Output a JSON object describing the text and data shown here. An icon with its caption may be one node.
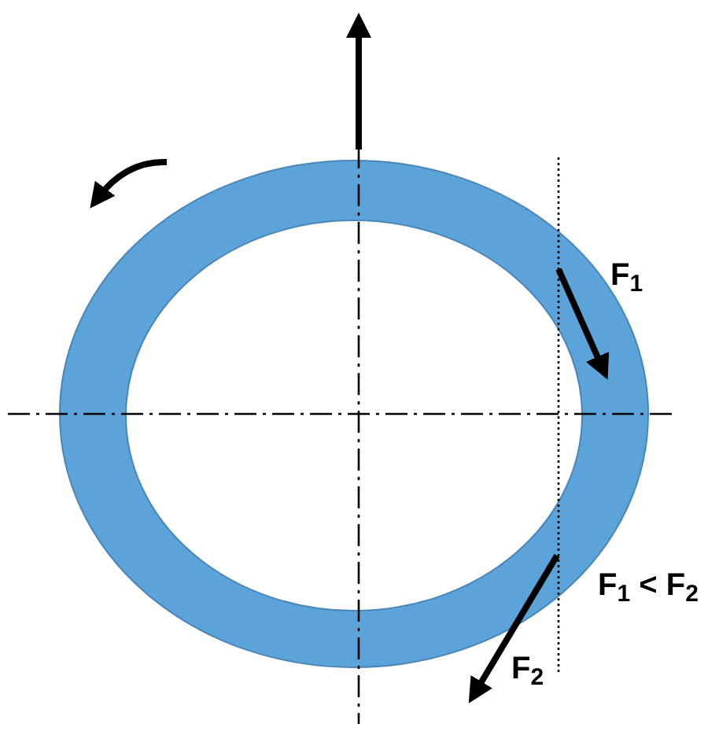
{
  "diagram": {
    "labels": [
      "F$_{1}$",
      "F$_{1}$ < F$_{2}$",
      "F$_{2}$"
    ]
  }
}
